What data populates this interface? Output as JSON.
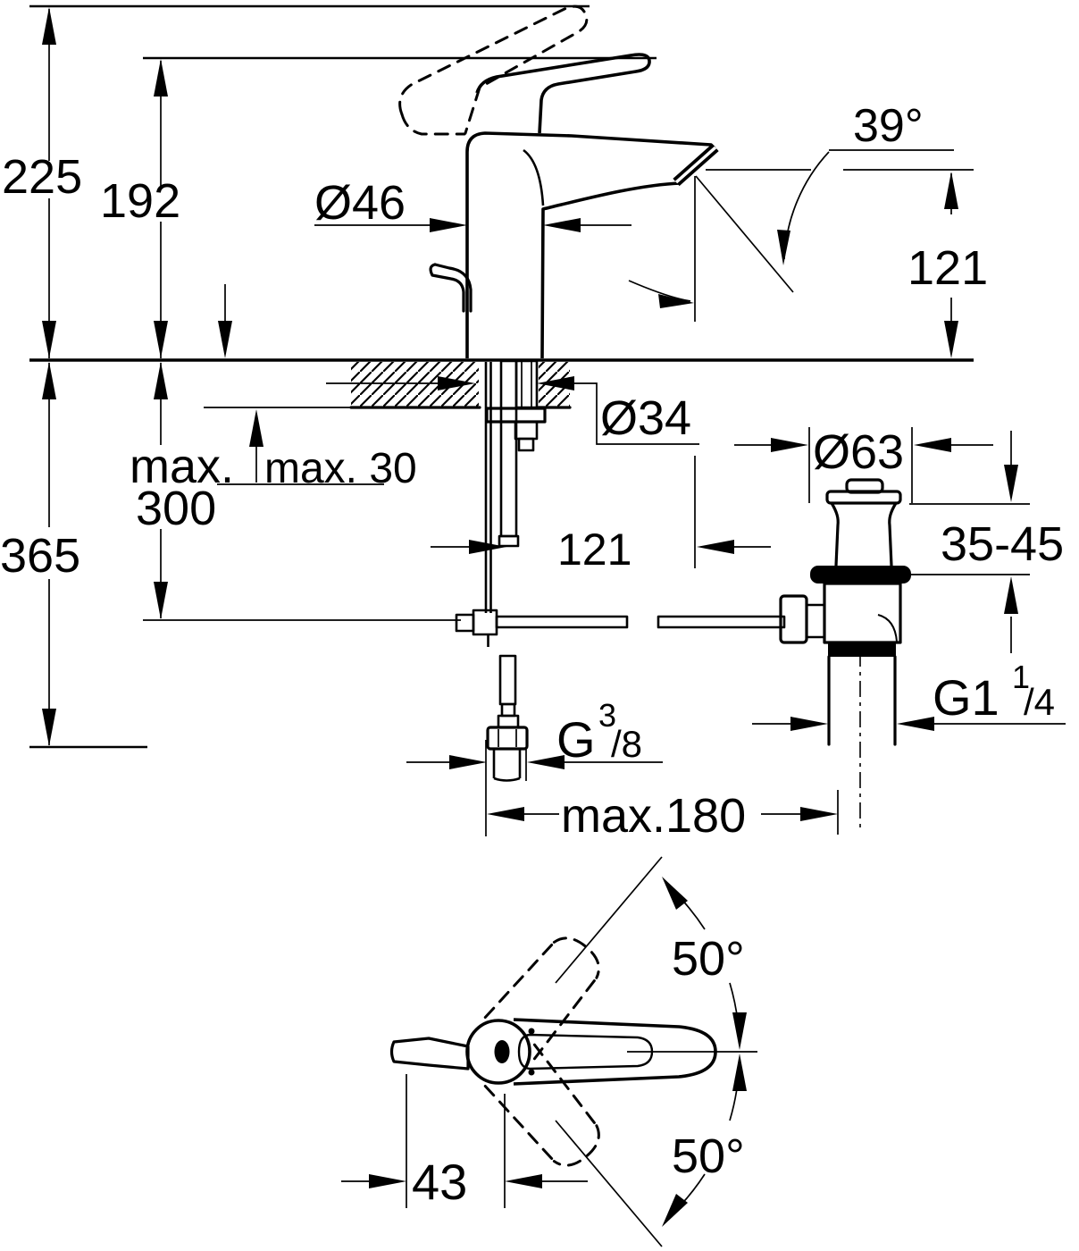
{
  "colors": {
    "background": "#ffffff",
    "line": "#000000"
  },
  "dimensions": {
    "overall_height": "225",
    "handle_raised_height": "192",
    "base_diameter": "Ø46",
    "stream_angle": "39°",
    "spout_height": "121",
    "hole_diameter": "Ø34",
    "deck_thickness": "max. 30",
    "hose_length_label_line1": "max.",
    "hose_length_label_line2": "300",
    "total_installation_depth": "365",
    "spout_reach": "121",
    "waste_flange_diameter": "Ø63",
    "basin_clamp_range": "35-45",
    "waste_thread_main": "G1",
    "waste_thread_numerator": "1",
    "waste_thread_fraction": "/4",
    "supply_thread_main": "G",
    "supply_thread_numerator": "3",
    "supply_thread_fraction": "/8",
    "max_waste_distance": "max.180",
    "handle_swing_upper": "50°",
    "handle_swing_lower": "50°",
    "handle_center_offset": "43"
  }
}
